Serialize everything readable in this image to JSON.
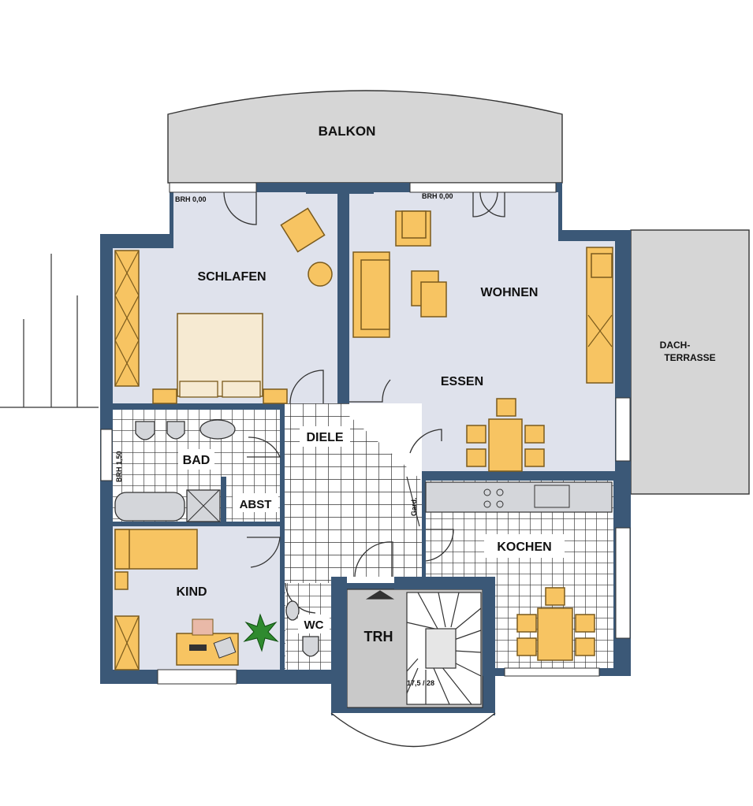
{
  "rooms": {
    "balkon": "BALKON",
    "schlafen": "SCHLAFEN",
    "wohnen": "WOHNEN",
    "essen": "ESSEN",
    "dachterrasse_line1": "DACH-",
    "dachterrasse_line2": "TERRASSE",
    "diele": "DIELE",
    "bad": "BAD",
    "abst": "ABST",
    "kochen": "KOCHEN",
    "kind": "KIND",
    "wc": "WC",
    "trh": "TRH"
  },
  "annotations": {
    "brh_left": "BRH 0,00",
    "brh_right": "BRH 0,00",
    "bad_side": "BRH 1,50",
    "garderobe": "Gard.",
    "stairs": "17,5 / 28"
  },
  "colors": {
    "wall": "#3b5877",
    "room": "#dfe2ec",
    "furniture": "#f7c462",
    "outdoor": "#d6d6d6",
    "tile_grid": "#333333",
    "stair": "#cfcfcf"
  }
}
